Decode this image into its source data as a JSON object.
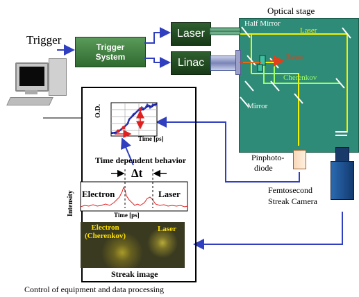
{
  "trigger": {
    "label": "Trigger"
  },
  "trigger_system": {
    "label": "Trigger System",
    "line1": "Trigger",
    "line2": "System"
  },
  "laser_box": {
    "label": "Laser"
  },
  "linac_box": {
    "label": "Linac"
  },
  "optical_stage": {
    "title": "Optical stage",
    "half_mirror": "Half Mirror",
    "laser": "Laser",
    "beam": "Beam",
    "cherenkov": "Cherenkov",
    "mirror": "Mirror"
  },
  "pinphotodiode": {
    "line1": "Pinphoto-",
    "line2": "diode"
  },
  "streak_camera": {
    "line1": "Femtosecond",
    "line2": "Streak Camera"
  },
  "time_plot": {
    "ylabel": "O.D.",
    "xlabel": "Time [ps]",
    "caption": "Time dependent behavior"
  },
  "intensity_plot": {
    "ylabel": "Intensity",
    "xlabel": "Time [ps]",
    "electron": "Electron",
    "laser": "Laser",
    "delta": "Δt"
  },
  "streak": {
    "electron_line1": "Electron",
    "electron_line2": "(Cherenkov)",
    "laser": "Laser",
    "caption": "Streak image"
  },
  "footer": {
    "caption": "Control of equipment and data processing"
  },
  "colors": {
    "stage": "#2e8b77",
    "green_box": "#1e4d1e",
    "trigger_box": "#4a8a4a",
    "arrow_blue": "#2f3fbf",
    "laser_yellow": "#f2f200",
    "beam_red": "#e0401a",
    "cherenkov_green": "#9cff6a",
    "streak_bg": "#3a3a20",
    "camera": "#1f5f9f"
  }
}
